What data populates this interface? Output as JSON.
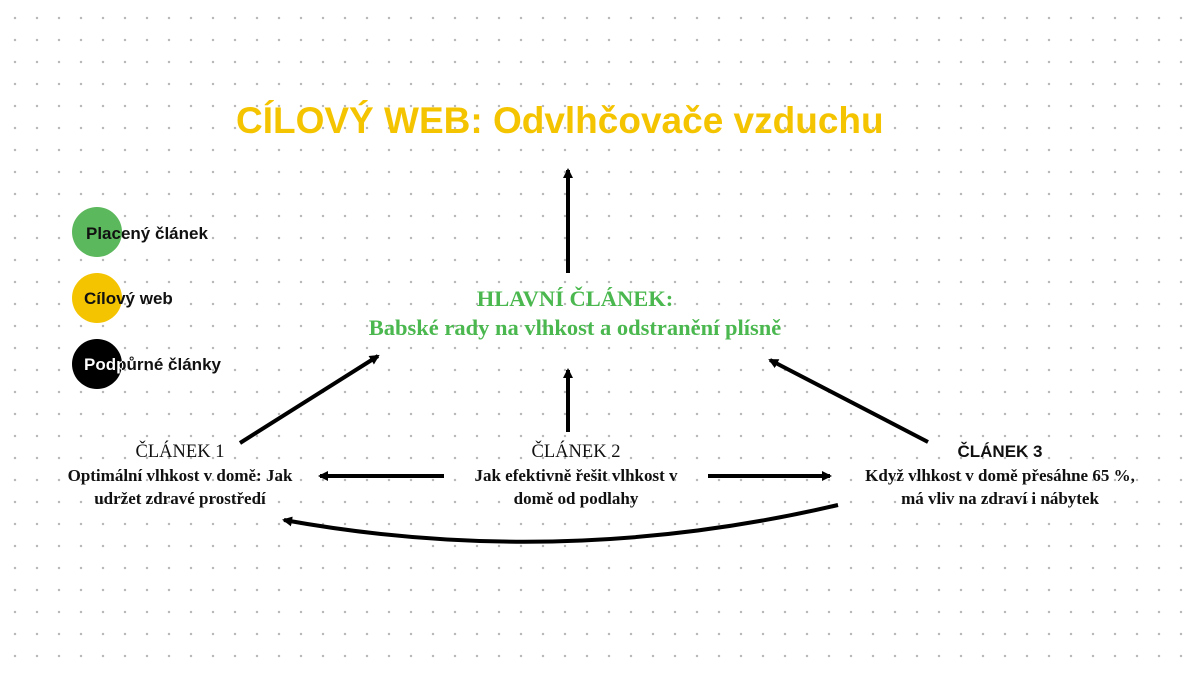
{
  "title": "CÍLOVÝ WEB: Odvlhčovače vzduchu",
  "main_article": {
    "heading": "HLAVNÍ ČLÁNEK:",
    "text": "Babské rady na vlhkost a odstranění plísně"
  },
  "legend": [
    {
      "label": "Placený článek",
      "color": "#5cb85c"
    },
    {
      "label": "Cílový web",
      "color": "#f5c400"
    },
    {
      "label": "Podpůrné články",
      "color": "#000000"
    }
  ],
  "articles": [
    {
      "heading": "ČLÁNEK 1",
      "line1": "Optimální vlhkost v domě: Jak",
      "line2": "udržet zdravé prostředí"
    },
    {
      "heading": "ČLÁNEK 2",
      "line1": "Jak efektivně řešit vlhkost v",
      "line2": "domě od podlahy"
    },
    {
      "heading": "ČLÁNEK 3",
      "line1": "Když vlhkost v domě přesáhne 65 %,",
      "line2": "má vliv na zdraví i nábytek"
    }
  ],
  "colors": {
    "title": "#f5c400",
    "main": "#4bb84f",
    "arrow": "#000000"
  }
}
